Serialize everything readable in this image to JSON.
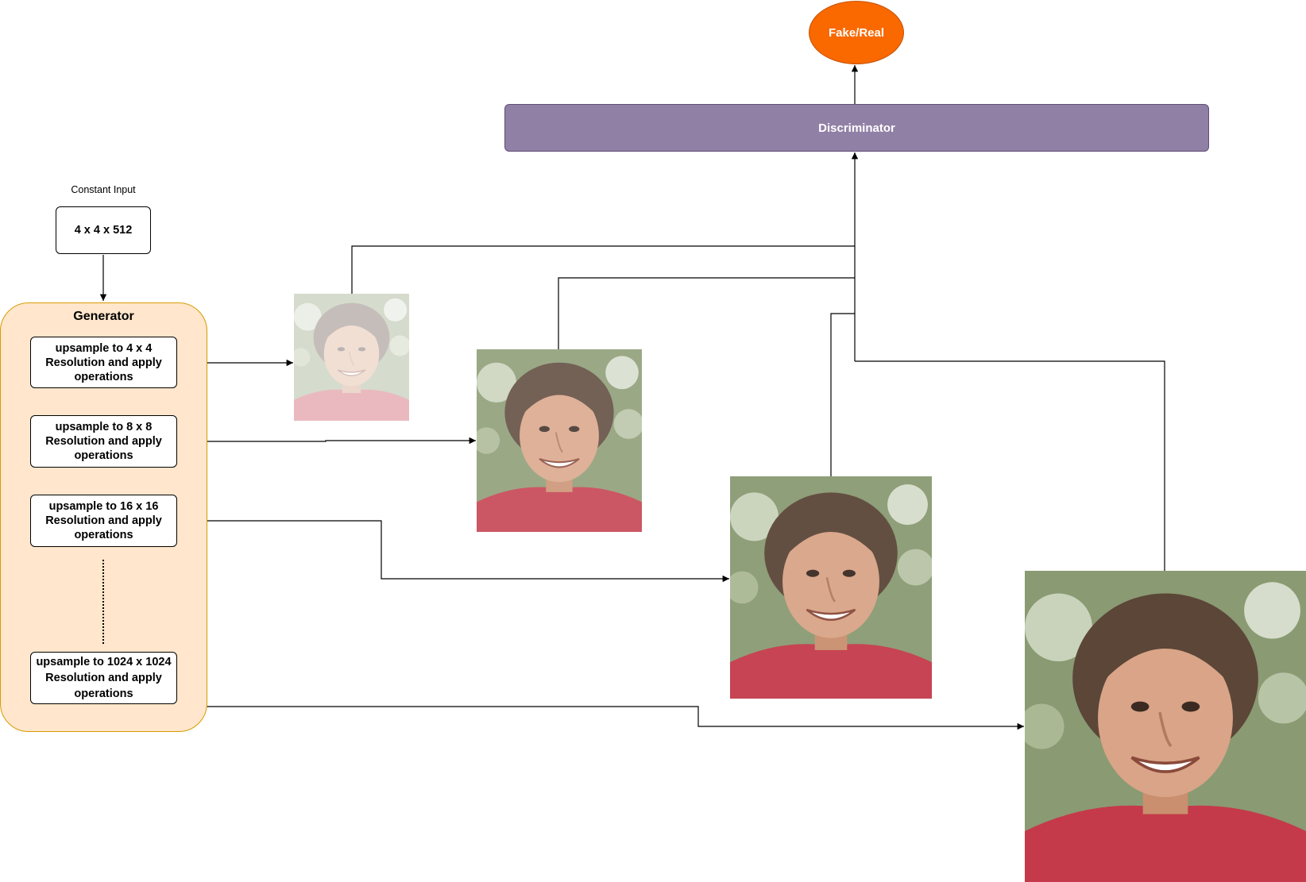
{
  "diagram": {
    "constant_input": {
      "caption": "Constant Input",
      "label": "4 x 4 x 512"
    },
    "generator": {
      "title": "Generator",
      "stages": [
        {
          "line1": "upsample to 4 x 4",
          "line2": "Resolution and apply",
          "line3": "operations"
        },
        {
          "line1": "upsample to 8 x 8",
          "line2": "Resolution and apply",
          "line3": "operations"
        },
        {
          "line1": "upsample to 16 x 16",
          "line2": "Resolution and apply",
          "line3": "operations"
        },
        {
          "line1": "upsample to 1024 x 1024",
          "line2": "Resolution and apply",
          "line3": "operations"
        }
      ]
    },
    "discriminator": {
      "label": "Discriminator"
    },
    "output": {
      "label": "Fake/Real"
    },
    "images": [
      {
        "name": "generated-face-4x4",
        "opacity": 0.35
      },
      {
        "name": "generated-face-8x8",
        "opacity": 0.85
      },
      {
        "name": "generated-face-16x16",
        "opacity": 0.95
      },
      {
        "name": "generated-face-1024x1024",
        "opacity": 1.0
      }
    ],
    "colors": {
      "generator_fill": "#ffe6cc",
      "generator_border": "#d79b00",
      "discriminator_fill": "#9180a6",
      "output_fill": "#fa6800"
    }
  }
}
